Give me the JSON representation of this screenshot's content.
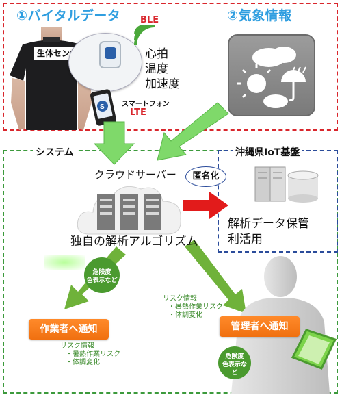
{
  "vital": {
    "title": "①バイタルデータ",
    "sensor_label": "生体センサ",
    "ble": "BLE",
    "metrics": [
      "心拍",
      "温度",
      "加速度"
    ],
    "smartphone": "スマートフォン",
    "lte": "LTE"
  },
  "weather": {
    "title": "②気象情報"
  },
  "system": {
    "label": "システム",
    "cloud_label": "クラウドサーバー",
    "algorithm": "独自の解析アルゴリズム",
    "anonymize": "匿名化"
  },
  "okinawa": {
    "title": "沖縄県IoT基盤",
    "line1": "解析データ保管",
    "line2": "利活用"
  },
  "worker": {
    "notify": "作業者へ通知",
    "bubble": [
      "危険度",
      "色表示など"
    ],
    "risk_title": "リスク情報",
    "risk_items": [
      "・暑熱作業リスク",
      "・体調変化"
    ]
  },
  "manager": {
    "notify": "管理者へ通知",
    "bubble": [
      "危険度",
      "色表示な",
      "ど"
    ],
    "risk_title": "リスク情報",
    "risk_items": [
      "・暑熱作業リスク",
      "・体調変化"
    ]
  },
  "colors": {
    "red_box": "#d9262c",
    "green_box": "#3c9a3c",
    "blue_box": "#2b4c9b",
    "title_blue": "#2f9ee0",
    "orange": "#f07010",
    "arrow_green": "#6fb23a",
    "arrow_red": "#e21b1b"
  }
}
